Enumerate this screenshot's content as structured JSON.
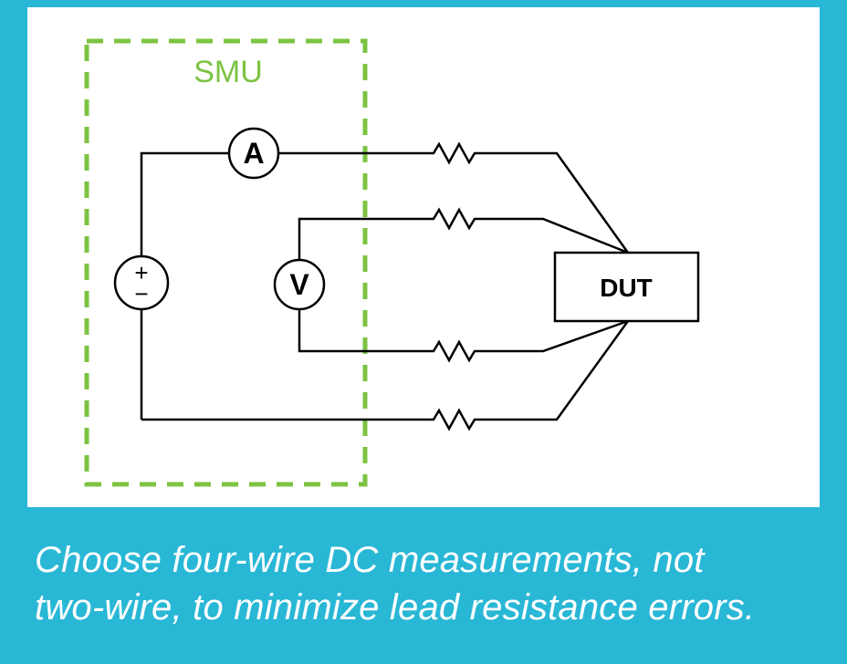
{
  "colors": {
    "background": "#29b7d6",
    "panel": "#ffffff",
    "smu_green": "#7cc342",
    "wire": "#000000",
    "caption_text": "#ffffff"
  },
  "diagram": {
    "smu_label": "SMU",
    "ammeter_label": "A",
    "voltmeter_label": "V",
    "source_plus_label": "+",
    "source_minus_label": "−",
    "dut_label": "DUT"
  },
  "caption": {
    "line1": "Choose four-wire DC measurements, not",
    "line2": "two-wire, to minimize lead resistance errors."
  }
}
